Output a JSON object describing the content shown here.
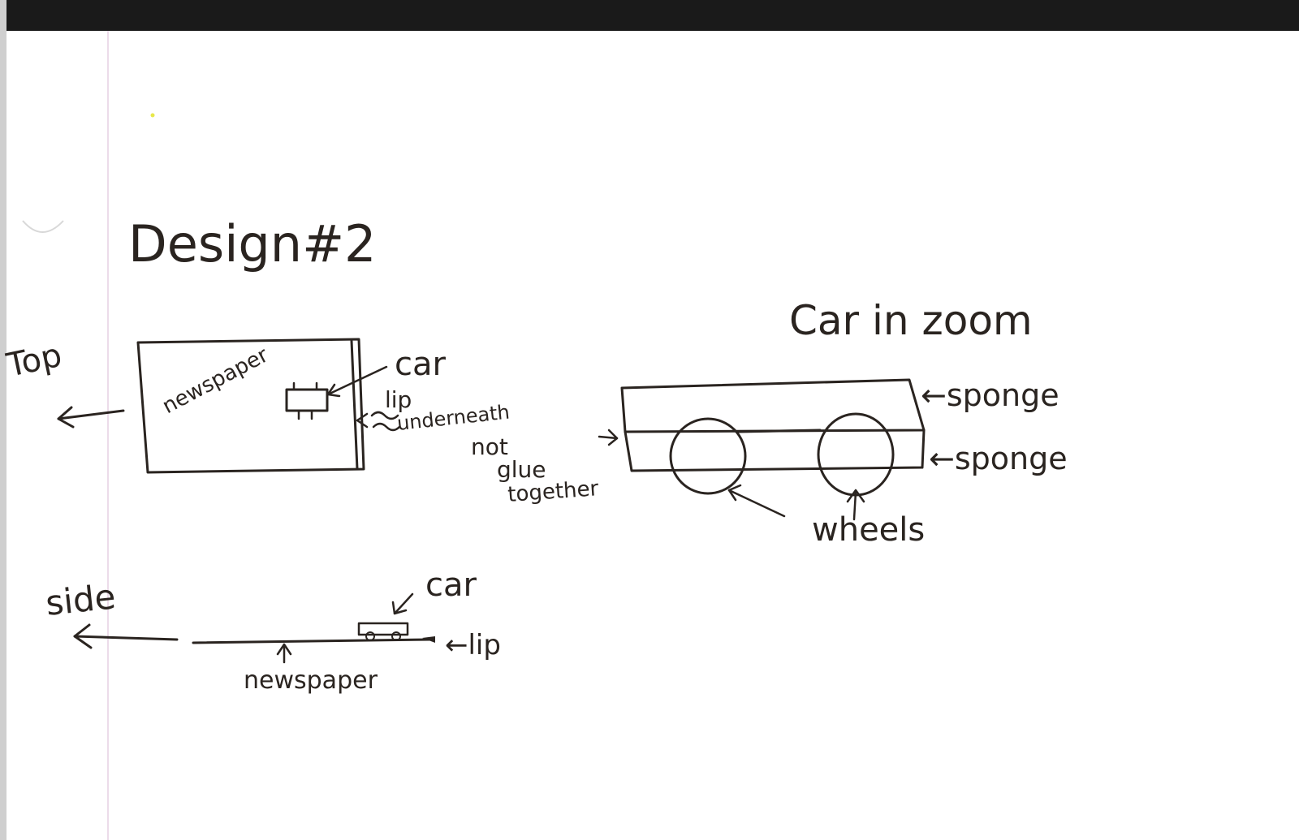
{
  "title": "Design#2",
  "top_view": {
    "label": "Top",
    "newspaper_label": "newspaper",
    "car_label": "car",
    "lip_label": "lip",
    "underneath_label": "underneath"
  },
  "side_view": {
    "label": "side",
    "car_label": "car",
    "lip_label": "←lip",
    "newspaper_label": "newspaper"
  },
  "zoom_view": {
    "title": "Car in zoom",
    "sponge_top_label": "←sponge",
    "sponge_bottom_label": "←sponge",
    "not_glue_line1": "not",
    "not_glue_line2": "glue",
    "not_glue_line3": "together",
    "wheels_label": "wheels"
  },
  "colors": {
    "ink": "#2a2420",
    "paper": "#ffffff",
    "margin_line": "#e6d3e3",
    "page_top_band": "#000000",
    "yellow_dot": "#e8e84a"
  }
}
